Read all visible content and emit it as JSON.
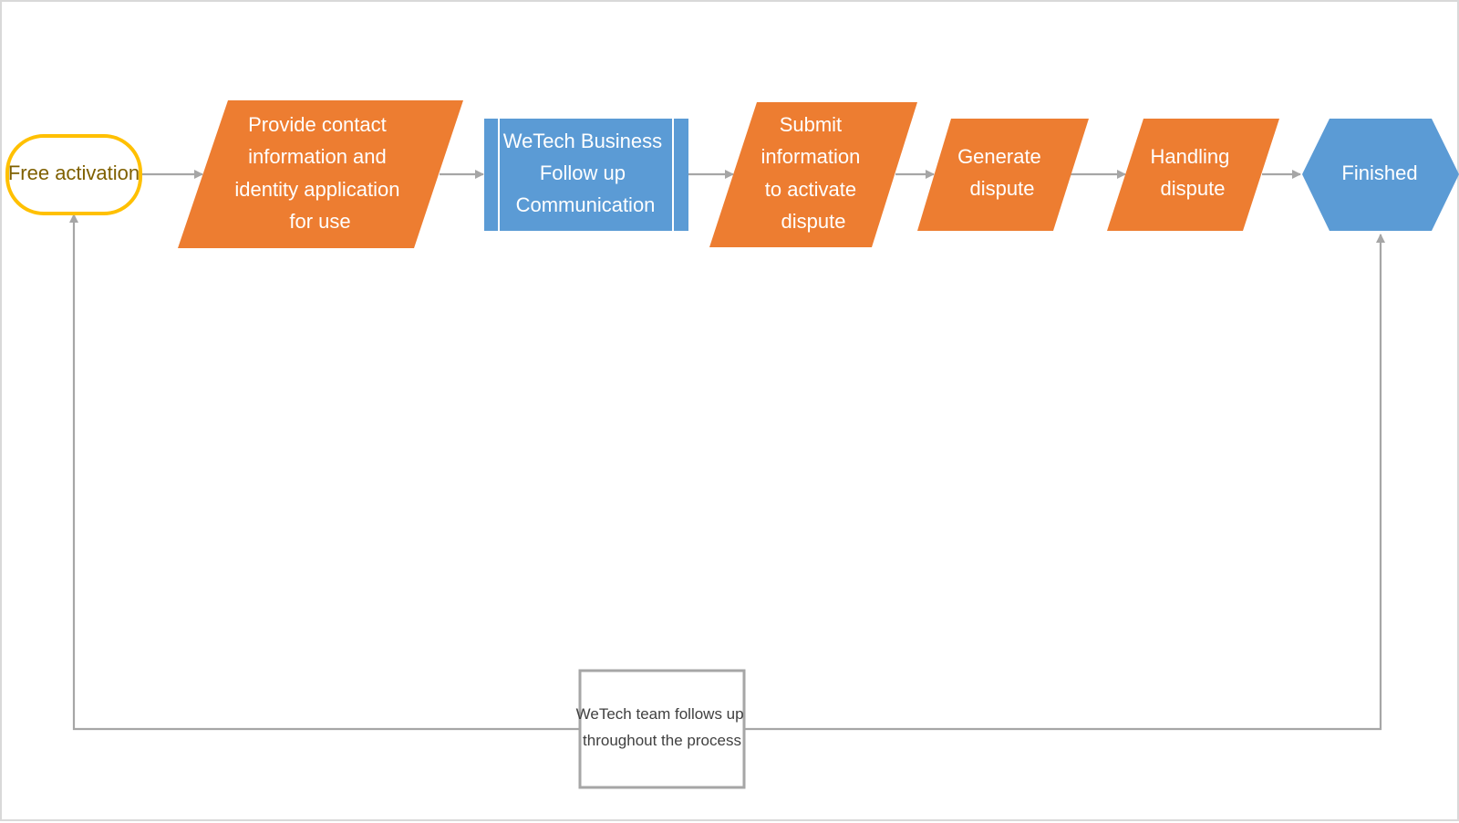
{
  "colors": {
    "orange": "#ED7D31",
    "blue": "#5B9BD5",
    "start_border": "#FFC000",
    "start_text": "#7F6000",
    "connector": "#A6A6A6",
    "note_border": "#A6A6A6",
    "note_text": "#404040",
    "white_text": "#FFFFFF"
  },
  "nodes": {
    "start": {
      "shape": "terminator",
      "lines": [
        "Free activation"
      ]
    },
    "provide": {
      "shape": "parallelogram",
      "lines": [
        "Provide contact",
        "information and",
        "identity application",
        "for use"
      ]
    },
    "follow": {
      "shape": "predefined-process",
      "lines": [
        "WeTech Business",
        "Follow up",
        "Communication"
      ]
    },
    "submit": {
      "shape": "parallelogram",
      "lines": [
        "Submit",
        "information",
        "to activate",
        "dispute"
      ]
    },
    "generate": {
      "shape": "parallelogram",
      "lines": [
        "Generate",
        "dispute"
      ]
    },
    "handling": {
      "shape": "parallelogram",
      "lines": [
        "Handling",
        "dispute"
      ]
    },
    "finished": {
      "shape": "hexagon",
      "lines": [
        "Finished"
      ]
    }
  },
  "note": {
    "lines": [
      "WeTech team follows up",
      "throughout the process"
    ]
  },
  "edges": [
    {
      "from": "start",
      "to": "provide"
    },
    {
      "from": "provide",
      "to": "follow"
    },
    {
      "from": "follow",
      "to": "submit"
    },
    {
      "from": "submit",
      "to": "generate"
    },
    {
      "from": "generate",
      "to": "handling"
    },
    {
      "from": "handling",
      "to": "finished"
    },
    {
      "from": "note",
      "to": "start"
    },
    {
      "from": "note",
      "to": "finished"
    }
  ]
}
